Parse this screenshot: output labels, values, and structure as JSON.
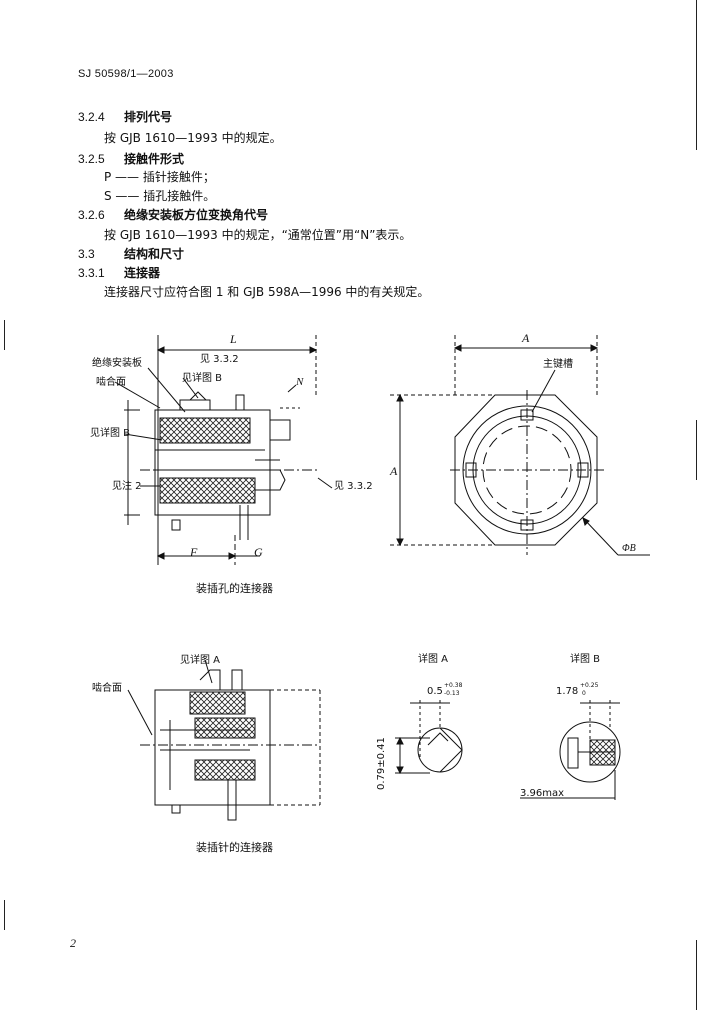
{
  "header": {
    "code": "SJ 50598/1—2003"
  },
  "sections": [
    {
      "num": "3.2.4",
      "title": "排列代号"
    },
    {
      "text": "按 GJB 1610—1993 中的规定。"
    },
    {
      "num": "3.2.5",
      "title": "接触件形式"
    },
    {
      "text": "P —— 插针接触件；"
    },
    {
      "text": "S —— 插孔接触件。"
    },
    {
      "num": "3.2.6",
      "title": "绝缘安装板方位变换角代号"
    },
    {
      "text": "按 GJB 1610—1993 中的规定，“通常位置”用“N”表示。"
    },
    {
      "num": "3.3",
      "title": "结构和尺寸"
    },
    {
      "num": "3.3.1",
      "title": "连接器"
    },
    {
      "text": "连接器尺寸应符合图 1 和 GJB 598A—1996 中的有关规定。"
    }
  ],
  "figure": {
    "socket_caption": "装插孔的连接器",
    "pin_caption": "装插针的连接器",
    "labels": {
      "L": "L",
      "see_332_top": "见 3.3.2",
      "insulator": "绝缘安装板",
      "mating_face": "啮合面",
      "detail_b_ref1": "见详图 B",
      "detail_b_ref2": "见详图 B",
      "N": "N",
      "note2": "见注 2",
      "see_332_right": "见 3.3.2",
      "F": "F",
      "G": "G",
      "A": "A",
      "A_vert": "A",
      "main_key": "主键槽",
      "phiB": "ΦB",
      "detail_a_ref": "见详图 A",
      "mating_face2": "啮合面",
      "detail_a_title": "详图 A",
      "detail_b_title": "详图 B",
      "dim_05": "0.5",
      "dim_05_up": "+0.38",
      "dim_05_dn": "-0.13",
      "dim_079": "0.79±0.41",
      "dim_178": "1.78",
      "dim_178_up": "+0.25",
      "dim_178_dn": "0",
      "dim_396": "3.96max"
    }
  },
  "page_number": "2"
}
